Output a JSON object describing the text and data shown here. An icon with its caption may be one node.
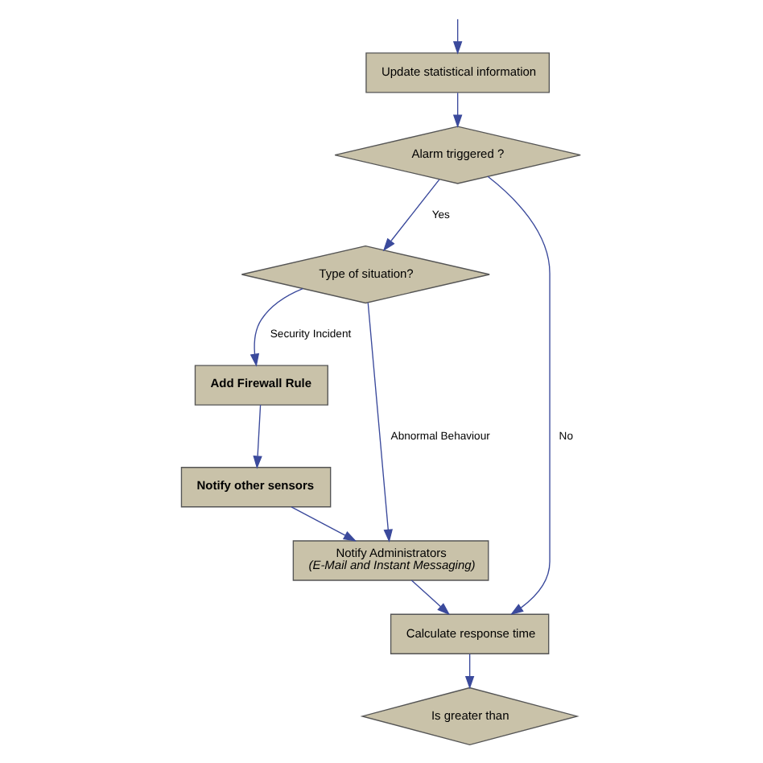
{
  "diagram": {
    "nodes": [
      {
        "text": [
          "Update statistical information"
        ]
      },
      {
        "text": [
          "Alarm triggered ?"
        ]
      },
      {
        "text": [
          "Type of situation?"
        ]
      },
      {
        "text": [
          "Add Firewall Rule"
        ]
      },
      {
        "text": [
          "Notify other sensors"
        ]
      },
      {
        "text": [
          "Notify Administrators",
          "(E-Mail and Instant Messaging)"
        ]
      },
      {
        "text": [
          "Calculate response time"
        ]
      },
      {
        "text": [
          "Is greater than"
        ]
      }
    ],
    "edges": [
      {
        "from": null,
        "to": 0,
        "arrow": "to"
      },
      {
        "from": 0,
        "to": 1,
        "arrow": "to"
      },
      {
        "from": 1,
        "to": 2,
        "arrow": "to",
        "label": "Yes"
      },
      {
        "from": 1,
        "to": 6,
        "arrow": "to",
        "label": "No"
      },
      {
        "from": 2,
        "to": 3,
        "arrow": "to",
        "label": "Security Incident"
      },
      {
        "from": 2,
        "to": 5,
        "arrow": "to",
        "label": "Abnormal Behaviour"
      },
      {
        "from": 3,
        "to": 4,
        "arrow": "to"
      },
      {
        "from": 4,
        "to": 5,
        "arrow": "to"
      },
      {
        "from": 5,
        "to": 6,
        "arrow": "to"
      },
      {
        "from": 6,
        "to": 7,
        "arrow": "to"
      }
    ]
  }
}
